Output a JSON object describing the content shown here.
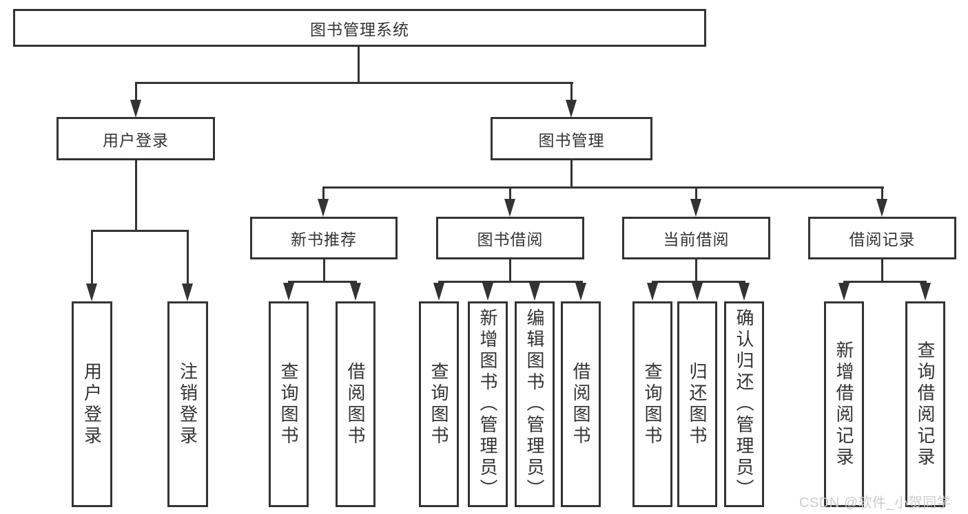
{
  "colors": {
    "line": "#333333",
    "text": "#333333",
    "background": "#ffffff",
    "watermark": "#c9c9c9"
  },
  "tree": {
    "root": {
      "label": "图书管理系统"
    },
    "branches": [
      {
        "label": "用户登录",
        "children": [
          {
            "label": "用户登录"
          },
          {
            "label": "注销登录"
          }
        ]
      },
      {
        "label": "图书管理",
        "children": [
          {
            "label": "新书推荐",
            "children": [
              {
                "label": "查询图书"
              },
              {
                "label": "借阅图书"
              }
            ]
          },
          {
            "label": "图书借阅",
            "children": [
              {
                "label": "查询图书"
              },
              {
                "label": "新增图书（管理员）"
              },
              {
                "label": "编辑图书（管理员）"
              },
              {
                "label": "借阅图书"
              }
            ]
          },
          {
            "label": "当前借阅",
            "children": [
              {
                "label": "查询图书"
              },
              {
                "label": "归还图书"
              },
              {
                "label": "确认归还（管理员）"
              }
            ]
          },
          {
            "label": "借阅记录",
            "children": [
              {
                "label": "新增借阅记录"
              },
              {
                "label": "查询借阅记录"
              }
            ]
          }
        ]
      }
    ]
  },
  "watermark": {
    "text": "CSDN @软件_小贺同学"
  }
}
